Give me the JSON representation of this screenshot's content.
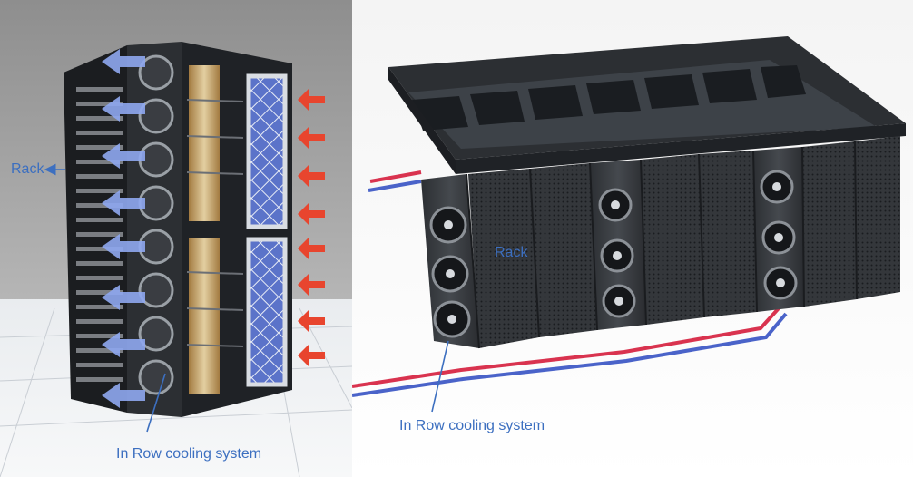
{
  "left_figure": {
    "rack_label": "Rack",
    "cooling_label": "In Row cooling system"
  },
  "right_figure": {
    "rack_label": "Rack",
    "cooling_label": "In Row cooling system"
  },
  "colors": {
    "label": "#3c6fc0",
    "hot_air_arrow": "#e8452e",
    "cool_air_arrow": "#8fa8f0",
    "cabinet": "#2a2d31",
    "supply_pipe": "#d9334f",
    "return_pipe": "#4a63c9"
  }
}
